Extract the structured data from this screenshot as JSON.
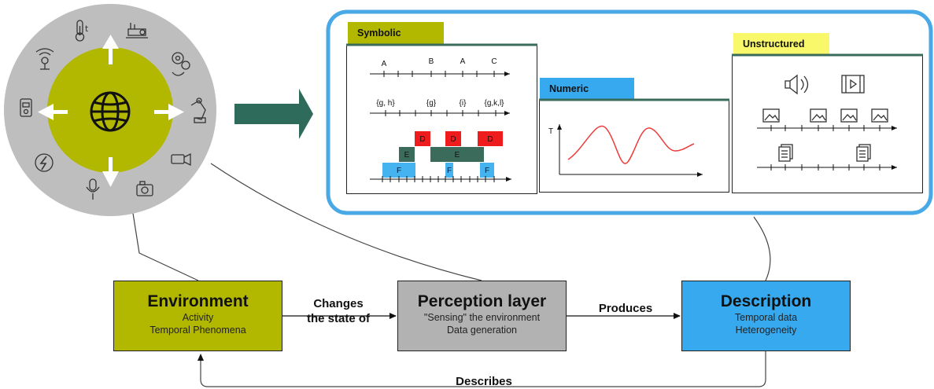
{
  "colors": {
    "environment": "#b2b800",
    "perception": "#b2b2b2",
    "description": "#37a9ef",
    "unstructured_tab": "#f8f86a",
    "arrow_teal": "#2e6b5a",
    "red_event": "#ee1c1c",
    "teal_event": "#3a6b5b",
    "blue_event": "#46b3f1",
    "panel_outline": "#49a9e6",
    "circle_outer": "#bebebe"
  },
  "nodes": {
    "environment": {
      "title": "Environment",
      "lines": [
        "Activity",
        "Temporal Phenomena"
      ]
    },
    "perception": {
      "title": "Perception layer",
      "lines": [
        "\"Sensing\" the environment",
        "Data generation"
      ]
    },
    "description": {
      "title": "Description",
      "lines": [
        "Temporal data",
        "Heterogeneity"
      ]
    }
  },
  "edges": {
    "changes": [
      "Changes",
      "the state of"
    ],
    "produces": "Produces",
    "describes": "Describes"
  },
  "symbolic": {
    "tab": "Symbolic",
    "row1_labels": [
      "A",
      "B",
      "A",
      "C"
    ],
    "row2_labels": [
      "{g, h}",
      "{g}",
      "{i}",
      "{g,k,l}"
    ],
    "d_label": "D",
    "e_label": "E",
    "f_label": "F"
  },
  "numeric": {
    "tab": "Numeric",
    "axis_label": "T"
  },
  "unstructured": {
    "tab": "Unstructured"
  },
  "icons": {
    "center": "globe-icon",
    "ring": [
      "thermometer-icon",
      "factory-sensor-icon",
      "brain-gears-icon",
      "robot-arm-icon",
      "video-camera-icon",
      "photo-camera-icon",
      "microphone-icon",
      "lightning-icon",
      "smart-meter-icon",
      "wifi-sensor-icon"
    ],
    "unstructured": [
      "speaker-icon",
      "film-icon",
      "image-icon",
      "document-icon"
    ]
  }
}
